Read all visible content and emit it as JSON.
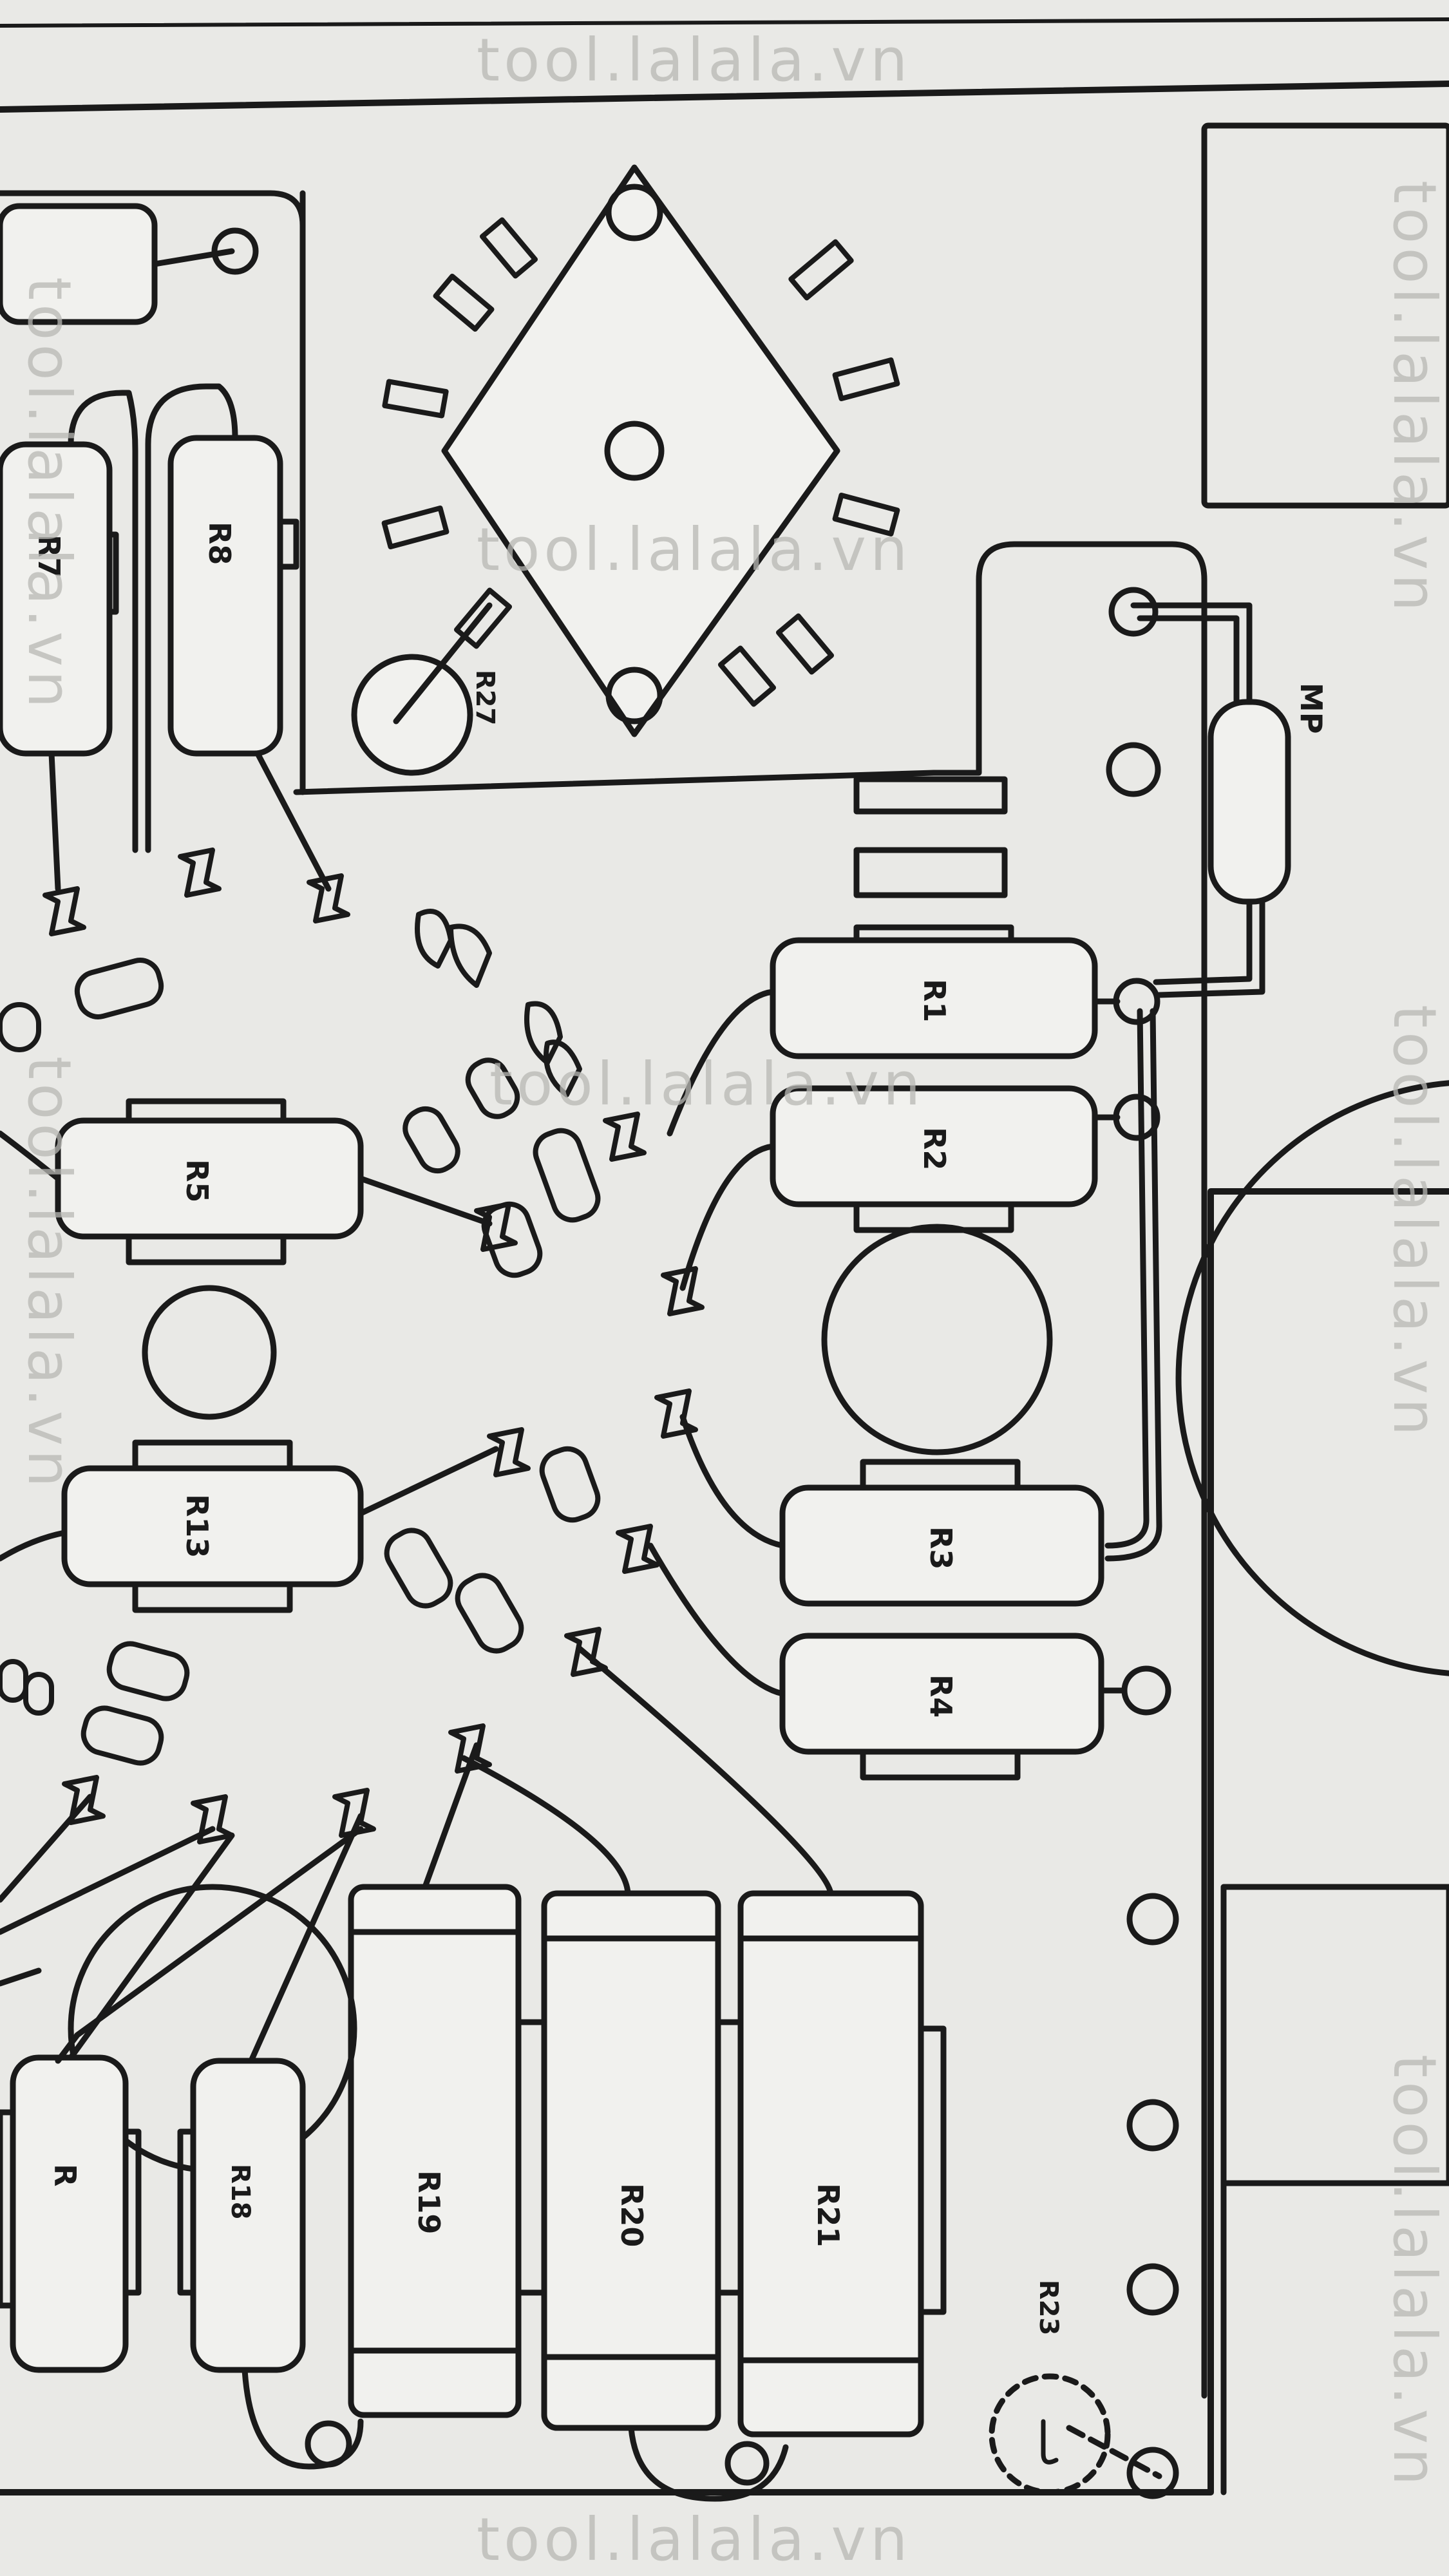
{
  "watermark": "tool.lalala.vn",
  "components": {
    "R1": "R1",
    "R2": "R2",
    "R3": "R3",
    "R4": "R4",
    "R5": "R5",
    "R7": "R7",
    "R8": "R8",
    "R13": "R13",
    "R18": "R18",
    "R19": "R19",
    "R20": "R20",
    "R21": "R21",
    "R23": "R23",
    "R27": "R27",
    "R": "R",
    "MP": "MP"
  },
  "colors": {
    "ink": "#1a1a1a",
    "paper": "#e9e9e6",
    "component_fill": "#f1f1ee",
    "watermark": "#b8b8b4"
  }
}
